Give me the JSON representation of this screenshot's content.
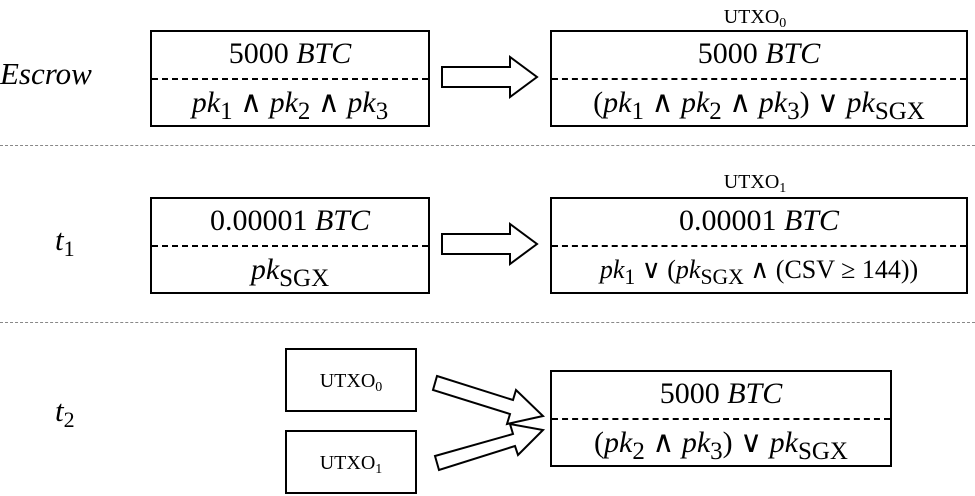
{
  "rows": {
    "escrow": {
      "label": "Escrow",
      "input": {
        "amount": "5000",
        "unit": "BTC",
        "cond_a": "pk",
        "cond_b": "pk",
        "cond_c": "pk",
        "sub_a": "1",
        "sub_b": "2",
        "sub_c": "3"
      },
      "output_tag": {
        "name": "UTXO",
        "sub": "0"
      },
      "output": {
        "amount": "5000",
        "unit": "BTC",
        "cond_prefix": "(",
        "cond_mid": ") ∨ ",
        "sgx": "SGX"
      }
    },
    "t1": {
      "label_var": "t",
      "label_sub": "1",
      "input": {
        "amount": "0.00001",
        "unit": "BTC",
        "sgx": "SGX"
      },
      "output_tag": {
        "name": "UTXO",
        "sub": "1"
      },
      "output": {
        "amount": "0.00001",
        "unit": "BTC",
        "csv": "CSV",
        "csv_val": "144",
        "sgx": "SGX"
      }
    },
    "t2": {
      "label_var": "t",
      "label_sub": "2",
      "inputs": [
        {
          "name": "UTXO",
          "sub": "0"
        },
        {
          "name": "UTXO",
          "sub": "1"
        }
      ],
      "output": {
        "amount": "5000",
        "unit": "BTC",
        "sgx": "SGX"
      }
    }
  },
  "colors": {
    "line": "#000000",
    "separator": "#888888"
  }
}
